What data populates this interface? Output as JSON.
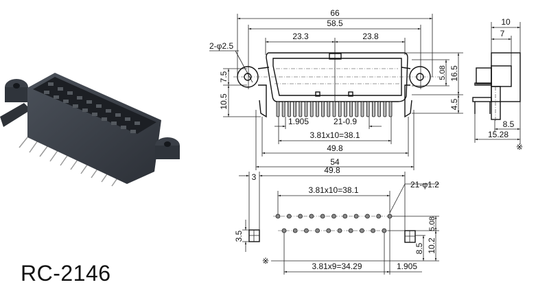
{
  "model": "RC-2146",
  "colors": {
    "connector_body": "#3a3f47",
    "line": "#222222"
  },
  "front_view": {
    "width_overall": "66",
    "mount_hole_pitch": "58.5",
    "left_half": "23.3",
    "right_half": "23.8",
    "mount_holes": "2-φ2.5",
    "hole_height": "7.5",
    "lower_height": "10.5",
    "row_pitch": "5.08",
    "body_height": "16.5",
    "pin_length": "4.5",
    "pin_offset": "1.905",
    "pin_count_size": "21-0.9",
    "pin_span": "3.81x10=38.1",
    "base_width": "49.8",
    "bottom_width": "54"
  },
  "side_view": {
    "depth": "10",
    "inner_depth": "7",
    "pin_position": "8.5",
    "overall": "15.28",
    "reference_mark": "※"
  },
  "pcb_layout": {
    "peg_width": "3",
    "peg_pitch": "49.8",
    "upper_row_span": "3.81x10=38.1",
    "holes": "21-φ1.2",
    "peg_height": "3.5",
    "row_pitch": "5.08",
    "offset_a": "8.5",
    "offset_b": "10.2",
    "reference_mark": "※",
    "lower_row_span": "3.81x9=34.29",
    "lower_offset": "1.905"
  }
}
